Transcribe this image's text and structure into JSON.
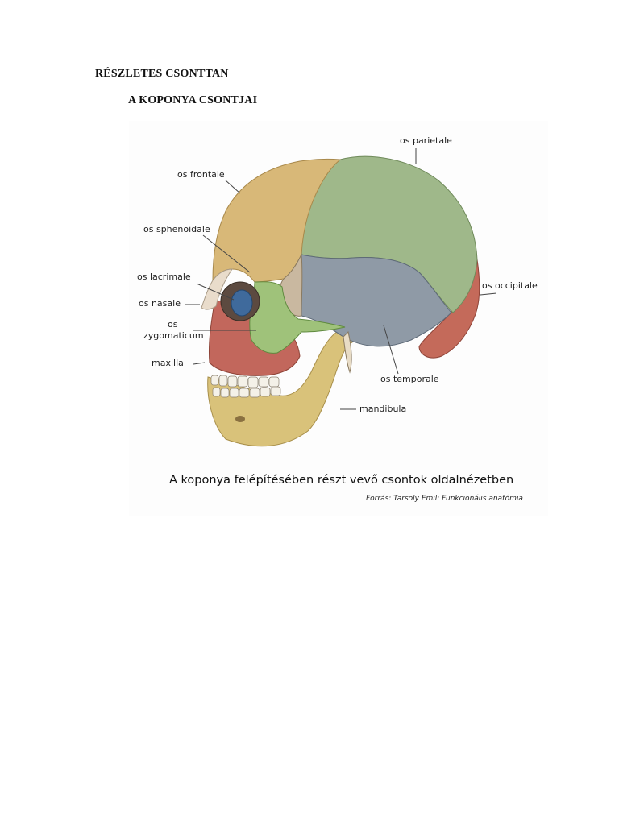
{
  "headings": {
    "title": "RÉSZLETES CSONTTAN",
    "subtitle": "A KOPONYA CSONTJAI"
  },
  "figure": {
    "labels": {
      "parietale": "os parietale",
      "frontale": "os frontale",
      "sphenoidale": "os sphenoidale",
      "lacrimale": "os lacrimale",
      "nasale": "os nasale",
      "zygomaticum_1": "os",
      "zygomaticum_2": "zygomaticum",
      "maxilla": "maxilla",
      "occipitale": "os occipitale",
      "temporale": "os temporale",
      "mandibula": "mandibula"
    },
    "caption": "A koponya felépítésében részt vevő csontok oldalnézetben",
    "source": "Forrás: Tarsoly Emil: Funkcionális anatómia",
    "bone_colors": {
      "frontale": "#d8b878",
      "parietale": "#9fb88a",
      "occipitale": "#c46a5a",
      "temporale": "#8f9aa6",
      "sphenoidale": "#c9b8a0",
      "lacrimale": "#3f6a9c",
      "zygomaticum": "#9fc27a",
      "maxilla": "#c2675c",
      "mandibula": "#d9c27a",
      "nasale": "#e9dccb"
    }
  }
}
